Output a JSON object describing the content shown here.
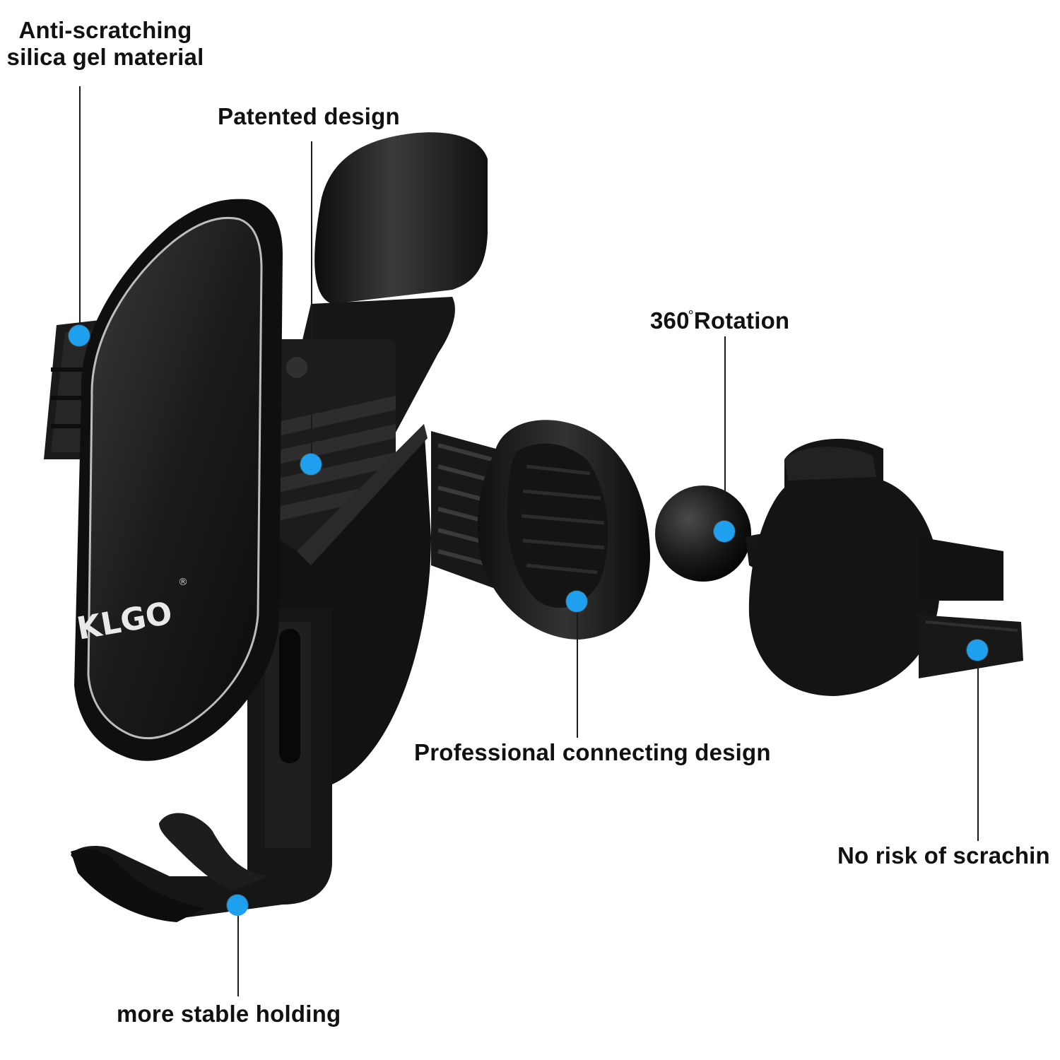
{
  "image": {
    "brand_logo": "KLGO",
    "colors": {
      "background": "#ffffff",
      "product_body": "#141414",
      "highlight_dot": "#1ea0ee",
      "label_text": "#111111"
    }
  },
  "callouts": [
    {
      "id": "silica",
      "lines": [
        "Anti-scratching",
        "silica gel material"
      ]
    },
    {
      "id": "patented",
      "lines": [
        "Patented design"
      ]
    },
    {
      "id": "rotation",
      "text": "360",
      "degree": "°",
      "suffix": "Rotation"
    },
    {
      "id": "connecting",
      "lines": [
        "Professional connecting design"
      ]
    },
    {
      "id": "scratching",
      "lines": [
        "No risk of scrachin"
      ]
    },
    {
      "id": "holding",
      "lines": [
        "more stable holding"
      ]
    }
  ]
}
